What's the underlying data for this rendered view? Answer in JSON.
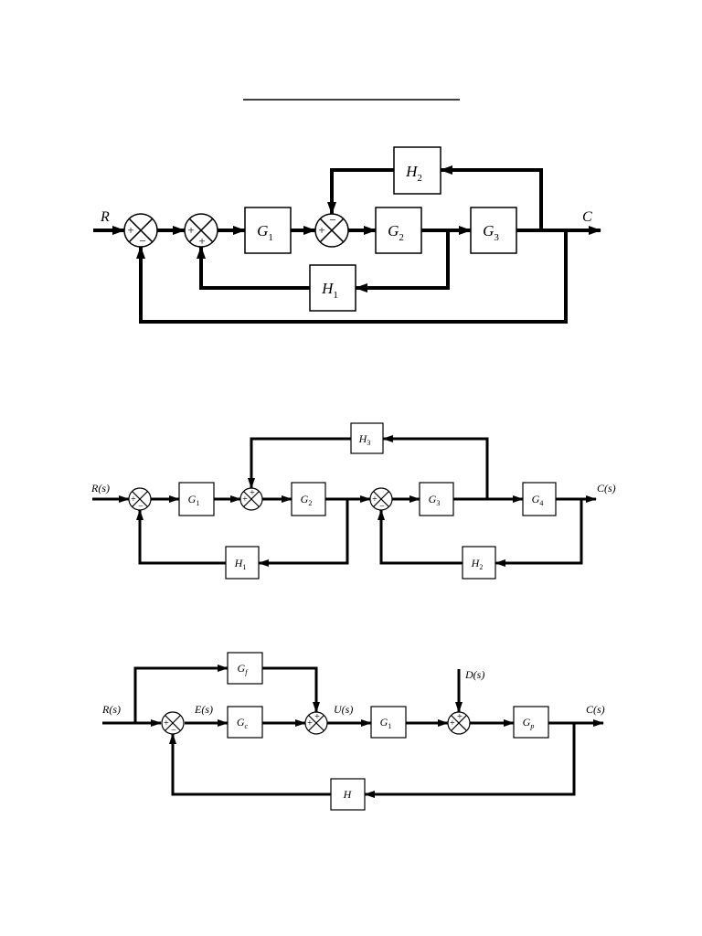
{
  "diagram1": {
    "signals": {
      "input": "R",
      "output": "C"
    },
    "blocks": {
      "G1": {
        "main": "G",
        "sub": "1"
      },
      "G2": {
        "main": "G",
        "sub": "2"
      },
      "G3": {
        "main": "G",
        "sub": "3"
      },
      "H1": {
        "main": "H",
        "sub": "1"
      },
      "H2": {
        "main": "H",
        "sub": "2"
      }
    },
    "junctions": [
      {
        "left": "+",
        "bottom": "−"
      },
      {
        "left": "+",
        "bottom": "+"
      },
      {
        "left": "+",
        "top": "−"
      }
    ]
  },
  "diagram2": {
    "signals": {
      "input": "R(s)",
      "output": "C(s)"
    },
    "blocks": {
      "G1": {
        "main": "G",
        "sub": "1"
      },
      "G2": {
        "main": "G",
        "sub": "2"
      },
      "G3": {
        "main": "G",
        "sub": "3"
      },
      "G4": {
        "main": "G",
        "sub": "4"
      },
      "H1": {
        "main": "H",
        "sub": "1"
      },
      "H2": {
        "main": "H",
        "sub": "2"
      },
      "H3": {
        "main": "H",
        "sub": "3"
      }
    },
    "junctions": [
      {
        "left": "+",
        "bottom": "−"
      },
      {
        "left": "+",
        "top": "+"
      },
      {
        "left": "+",
        "bottom": "−"
      }
    ]
  },
  "diagram3": {
    "signals": {
      "input": "R(s)",
      "error": "E(s)",
      "control": "U(s)",
      "disturbance": "D(s)",
      "output": "C(s)"
    },
    "blocks": {
      "Gf": {
        "main": "G",
        "sub": "f"
      },
      "Gc": {
        "main": "G",
        "sub": "c"
      },
      "G1": {
        "main": "G",
        "sub": "1"
      },
      "Gp": {
        "main": "G",
        "sub": "p"
      },
      "H": {
        "main": "H",
        "sub": ""
      }
    },
    "junctions": [
      {
        "left": "+",
        "bottom": "−"
      },
      {
        "left": "+",
        "top": "+"
      },
      {
        "left": "+",
        "top": "+"
      }
    ]
  }
}
